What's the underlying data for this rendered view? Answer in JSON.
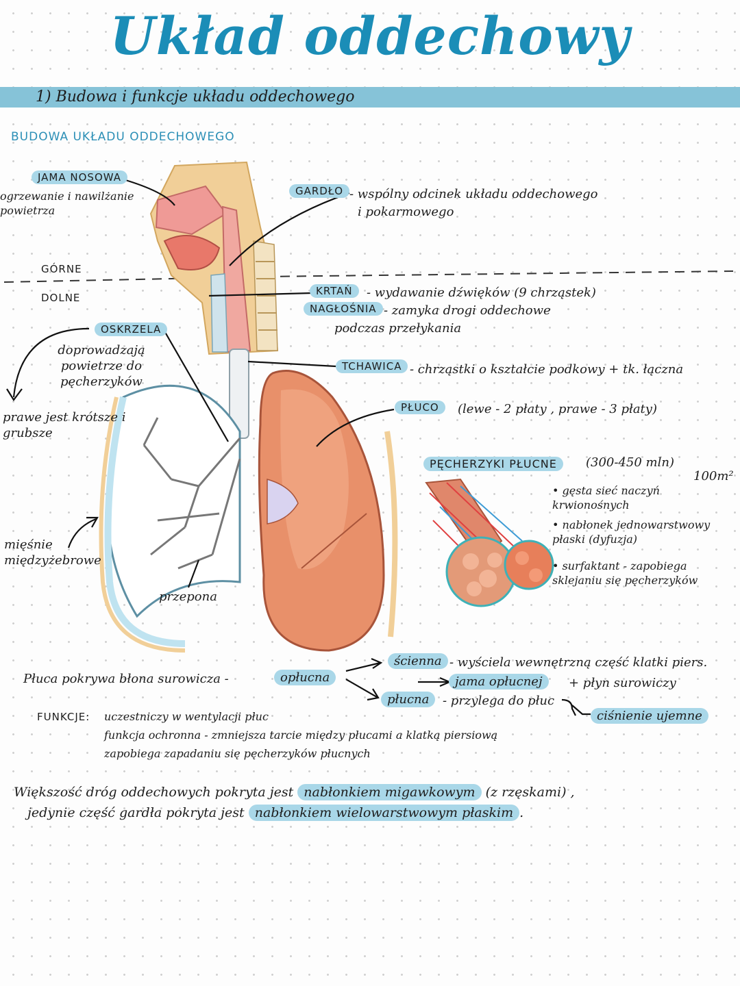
{
  "title": "Układ oddechowy",
  "section": "1) Budowa i funkcje układu oddechowego",
  "subsection": "BUDOWA UKŁADU ODDECHOWEGO",
  "upper_head": {
    "jama_label": "JAMA NOSOWA",
    "jama_desc": "ogrzewanie i nawilżanie powietrza",
    "gardlo_label": "GARDŁO",
    "gardlo_desc1": "- wspólny odcinek układu oddechowego",
    "gardlo_desc2": "i pokarmowego",
    "gorne": "GÓRNE",
    "dolne": "DOLNE",
    "krtan_label": "KRTAŃ",
    "krtan_desc": "- wydawanie dźwięków (9 chrząstek)",
    "nagl_label": "NAGŁOŚNIA",
    "nagl_desc1": "- zamyka drogi oddechowe",
    "nagl_desc2": "podczas przełykania"
  },
  "lungs": {
    "oskrzela_label": "OSKRZELA",
    "oskrzela_desc": "doprowadzają powietrze do pęcherzyków",
    "prawe_note": "prawe jest krótsze i grubsze",
    "tchawica_label": "TCHAWICA",
    "tchawica_desc": "- chrząstki o kształcie podkowy + tk. łączna",
    "pluco_label": "PŁUCO",
    "pluco_desc": "(lewe - 2 płaty , prawe - 3 płaty)",
    "miesnie": "mięśnie międzyżebrowe",
    "przepona": "przepona"
  },
  "alveoli": {
    "label": "PĘCHERZYKI PŁUCNE",
    "count": "(300-450 mln)",
    "area": "100m²",
    "bullets": [
      "gęsta sieć naczyń krwionośnych",
      "nabłonek jednowarstwowy płaski (dyfuzja)",
      "surfaktant - zapobiega sklejaniu się pęcherzyków"
    ]
  },
  "pleura": {
    "intro": "Płuca pokrywa błona surowicza -",
    "oplucna": "opłucna",
    "scienna_label": "ścienna",
    "scienna_desc": "- wyściela wewnętrzną część klatki piers.",
    "jama_oplucnej": "jama opłucnej",
    "plyn": "+ płyn surowiczy",
    "plucna_label": "płucna",
    "plucna_desc": "- przylega do płuc",
    "cisnienie": "ciśnienie ujemne"
  },
  "funkcje": {
    "label": "FUNKCJE:",
    "items": [
      "uczestniczy w wentylacji płuc",
      "funkcja ochronna - zmniejsza tarcie między płucami a klatką piersiową",
      "zapobiega zapadaniu się pęcherzyków płucnych"
    ]
  },
  "summary": {
    "line1_pre": "Większość dróg oddechowych pokryta jest",
    "line1_hl": "nabłonkiem migawkowym",
    "line1_post": "(z rzęskami) ,",
    "line2_pre": "jedynie część gardła pokryta jest",
    "line2_hl": "nabłonkiem wielowarstwowym płaskim",
    "line2_post": "."
  },
  "colors": {
    "accent": "#1b8db7",
    "highlight": "#a9d7e8",
    "band": "#86c3d8",
    "lung": "#e8906a"
  }
}
